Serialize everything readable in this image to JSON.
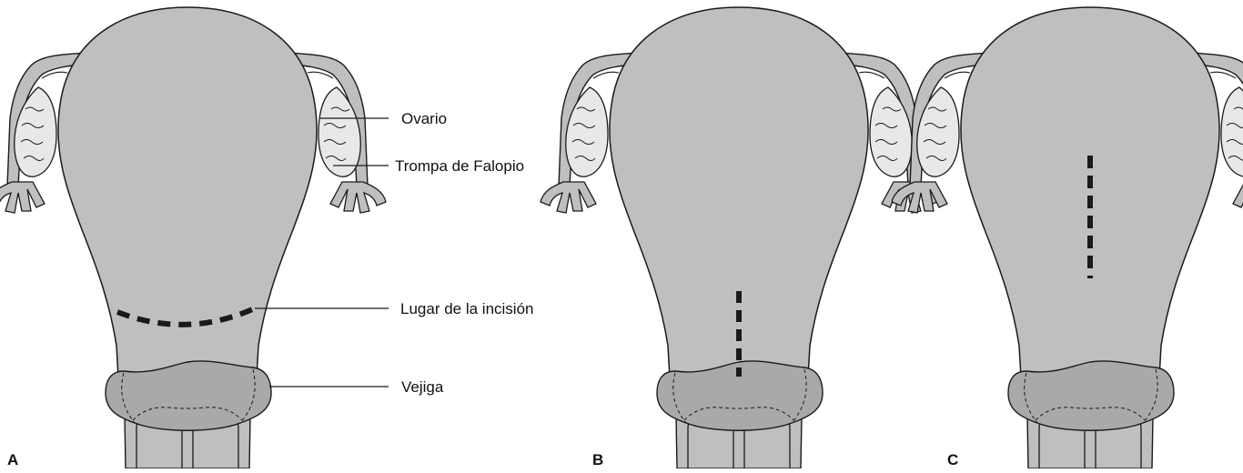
{
  "figure": {
    "panels": [
      {
        "id": "A",
        "label": "A",
        "incision": "curved-horizontal-low"
      },
      {
        "id": "B",
        "label": "B",
        "incision": "vertical-low"
      },
      {
        "id": "C",
        "label": "C",
        "incision": "vertical-high"
      }
    ],
    "callouts": {
      "ovary": "Ovario",
      "fallopian_tube": "Trompa de Falopio",
      "incision_site": "Lugar de la incisión",
      "bladder": "Vejiga"
    },
    "colors": {
      "uterus": "#bfbfc1",
      "bladder": "#a9a9ab",
      "ovary": "#e8e8e6",
      "outline": "#1a1a1a",
      "incision": "#1a1a1a"
    }
  }
}
